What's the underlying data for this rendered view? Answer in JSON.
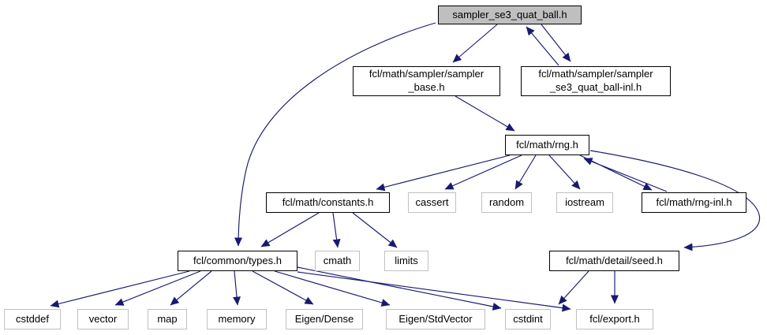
{
  "diagram": {
    "kind": "include-dependency-graph",
    "root_file": "sampler_se3_quat_ball.h",
    "colors": {
      "arrow": "#191970",
      "linked_border": "#000000",
      "plain_border": "#c1c1c1",
      "root_fill": "#bfbfbf",
      "node_fill": "#ffffff",
      "text": "#000000"
    },
    "nodes": [
      {
        "id": "main",
        "label": "sampler_se3_quat_ball.h",
        "kind": "root"
      },
      {
        "id": "sampler_base",
        "label": "fcl/math/sampler/sampler\n_base.h",
        "kind": "linked"
      },
      {
        "id": "sampler_inl",
        "label": "fcl/math/sampler/sampler\n_se3_quat_ball-inl.h",
        "kind": "linked"
      },
      {
        "id": "rng",
        "label": "fcl/math/rng.h",
        "kind": "linked"
      },
      {
        "id": "constants",
        "label": "fcl/math/constants.h",
        "kind": "linked"
      },
      {
        "id": "cassert",
        "label": "cassert",
        "kind": "plain"
      },
      {
        "id": "random",
        "label": "random",
        "kind": "plain"
      },
      {
        "id": "iostream",
        "label": "iostream",
        "kind": "plain"
      },
      {
        "id": "rng_inl",
        "label": "fcl/math/rng-inl.h",
        "kind": "linked"
      },
      {
        "id": "types",
        "label": "fcl/common/types.h",
        "kind": "linked"
      },
      {
        "id": "cmath",
        "label": "cmath",
        "kind": "plain"
      },
      {
        "id": "limits",
        "label": "limits",
        "kind": "plain"
      },
      {
        "id": "seed",
        "label": "fcl/math/detail/seed.h",
        "kind": "linked"
      },
      {
        "id": "cstddef",
        "label": "cstddef",
        "kind": "plain"
      },
      {
        "id": "vector",
        "label": "vector",
        "kind": "plain"
      },
      {
        "id": "map",
        "label": "map",
        "kind": "plain"
      },
      {
        "id": "memory",
        "label": "memory",
        "kind": "plain"
      },
      {
        "id": "eigen_dense",
        "label": "Eigen/Dense",
        "kind": "plain"
      },
      {
        "id": "eigen_stdvector",
        "label": "Eigen/StdVector",
        "kind": "plain"
      },
      {
        "id": "cstdint",
        "label": "cstdint",
        "kind": "plain"
      },
      {
        "id": "fcl_export",
        "label": "fcl/export.h",
        "kind": "plain"
      }
    ],
    "edges": [
      {
        "from": "main",
        "to": "sampler_base"
      },
      {
        "from": "main",
        "to": "sampler_inl"
      },
      {
        "from": "sampler_inl",
        "to": "main"
      },
      {
        "from": "main",
        "to": "types"
      },
      {
        "from": "sampler_base",
        "to": "rng"
      },
      {
        "from": "rng",
        "to": "constants"
      },
      {
        "from": "rng",
        "to": "cassert"
      },
      {
        "from": "rng",
        "to": "random"
      },
      {
        "from": "rng",
        "to": "iostream"
      },
      {
        "from": "rng",
        "to": "rng_inl"
      },
      {
        "from": "rng_inl",
        "to": "rng"
      },
      {
        "from": "rng",
        "to": "seed"
      },
      {
        "from": "constants",
        "to": "types"
      },
      {
        "from": "constants",
        "to": "cmath"
      },
      {
        "from": "constants",
        "to": "limits"
      },
      {
        "from": "types",
        "to": "cstddef"
      },
      {
        "from": "types",
        "to": "vector"
      },
      {
        "from": "types",
        "to": "map"
      },
      {
        "from": "types",
        "to": "memory"
      },
      {
        "from": "types",
        "to": "eigen_dense"
      },
      {
        "from": "types",
        "to": "eigen_stdvector"
      },
      {
        "from": "types",
        "to": "cstdint"
      },
      {
        "from": "types",
        "to": "fcl_export"
      },
      {
        "from": "seed",
        "to": "cstdint"
      },
      {
        "from": "seed",
        "to": "fcl_export"
      }
    ]
  }
}
